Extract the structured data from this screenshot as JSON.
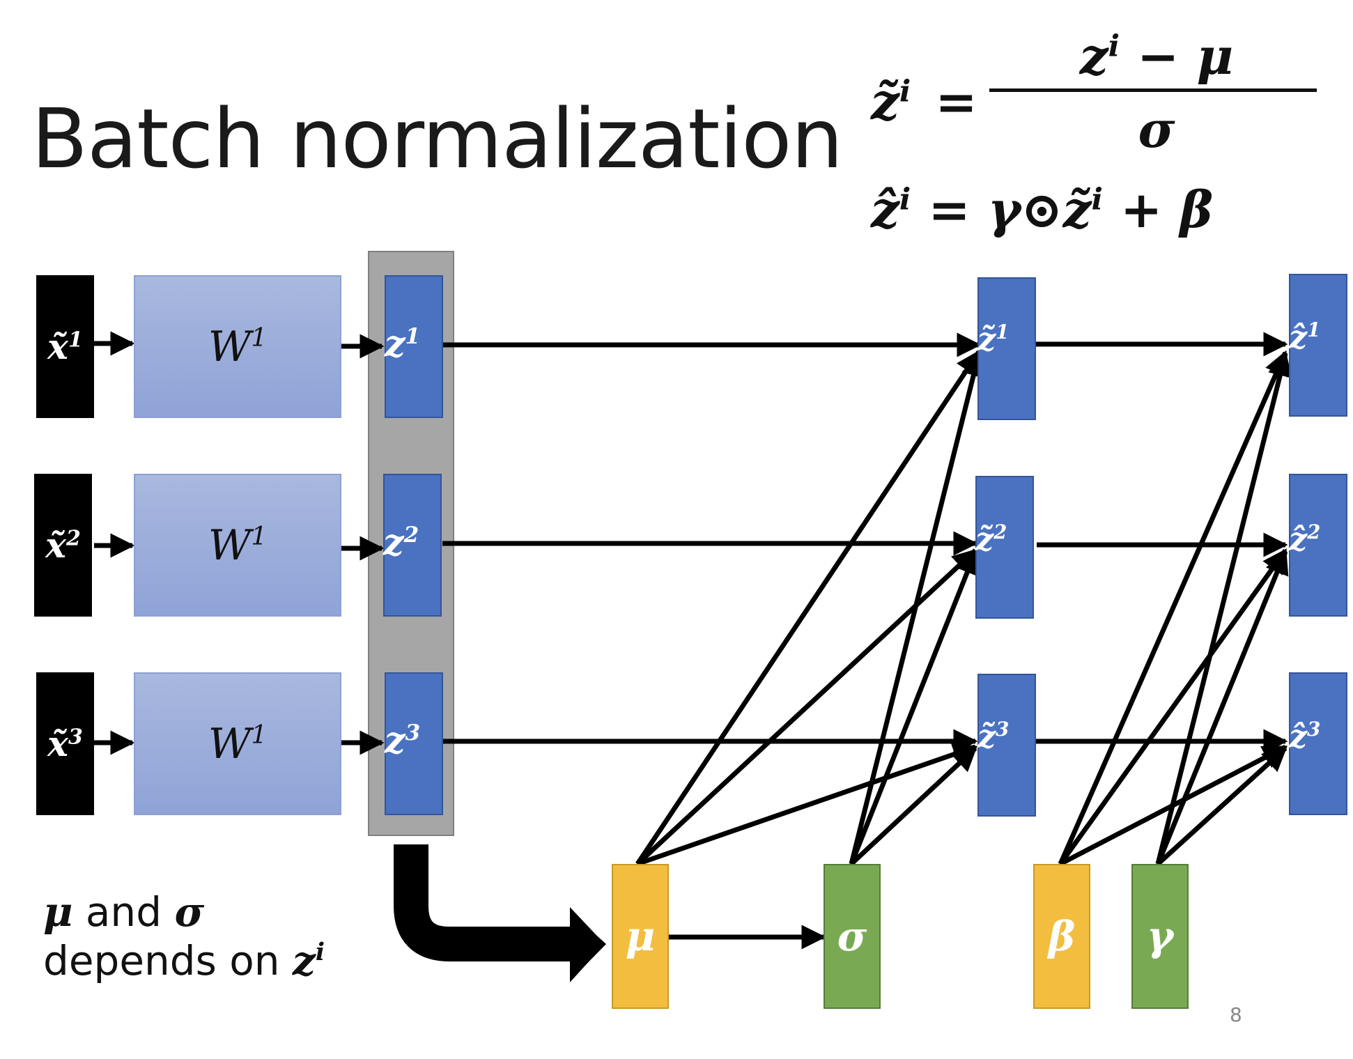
{
  "title": "Batch normalization",
  "equations": {
    "lhs1": "z̃",
    "lhs1_sup": "i",
    "equals": "=",
    "num": "z",
    "num_sup": "i",
    "num_rest": " − μ",
    "den": "σ",
    "line2": "ẑ",
    "line2_sup": "i",
    "line2_rest": " = γ⊙z̃",
    "line2_sup2": "i",
    "line2_end": " + β"
  },
  "inputs": [
    {
      "label": "x̃",
      "sup": "1"
    },
    {
      "label": "x̃",
      "sup": "2"
    },
    {
      "label": "x̃",
      "sup": "3"
    }
  ],
  "weights": [
    {
      "label": "W",
      "sup": "1"
    },
    {
      "label": "W",
      "sup": "1"
    },
    {
      "label": "W",
      "sup": "1"
    }
  ],
  "z": [
    {
      "label": "z",
      "sup": "1"
    },
    {
      "label": "z",
      "sup": "2"
    },
    {
      "label": "z",
      "sup": "3"
    }
  ],
  "ztilde": [
    {
      "label": "z̃",
      "sup": "1"
    },
    {
      "label": "z̃",
      "sup": "2"
    },
    {
      "label": "z̃",
      "sup": "3"
    }
  ],
  "zhat": [
    {
      "label": "ẑ",
      "sup": "1"
    },
    {
      "label": "ẑ",
      "sup": "2"
    },
    {
      "label": "ẑ",
      "sup": "3"
    }
  ],
  "params": {
    "mu": "μ",
    "sigma": "σ",
    "beta": "β",
    "gamma": "γ"
  },
  "note": {
    "mu": "μ",
    "and": " and ",
    "sigma": "σ",
    "depends": "depends on ",
    "z": "z",
    "z_sup": "i"
  },
  "page_number": "8",
  "colors": {
    "blue": "#4a72c1",
    "light_blue": "#a9b8de",
    "yellow": "#f3be3f",
    "green": "#79aa53",
    "gray": "#a6a6a6"
  }
}
